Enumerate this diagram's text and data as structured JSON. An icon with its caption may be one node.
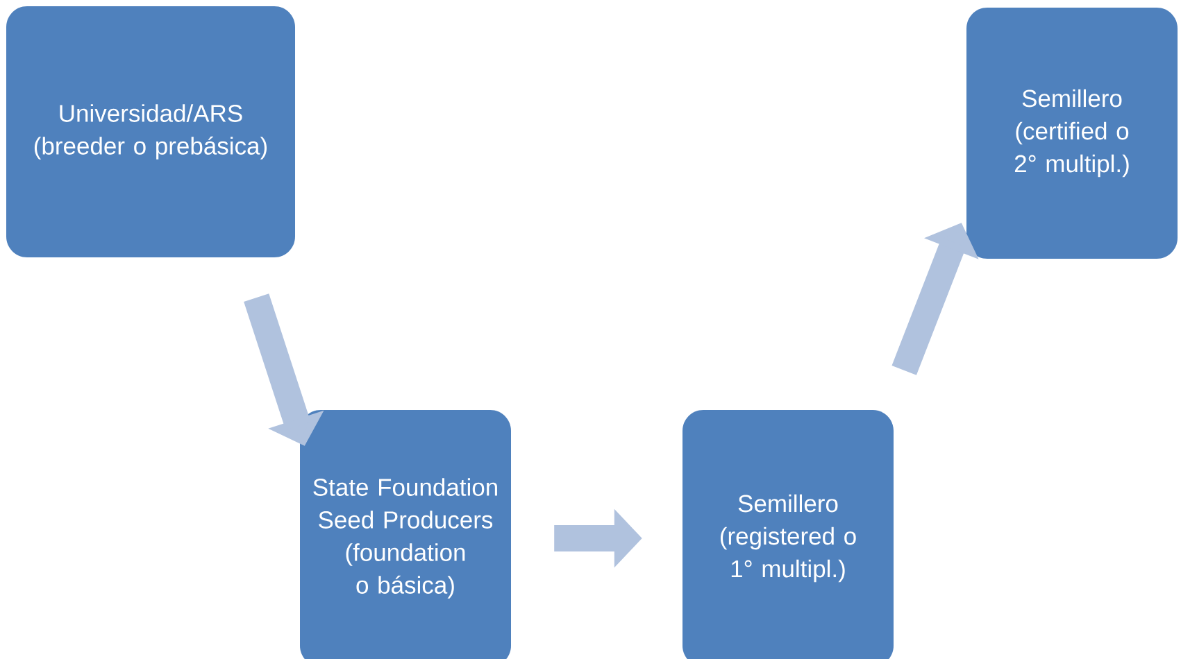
{
  "diagram": {
    "nodes": [
      {
        "text": [
          "Universidad/ARS (breeder o prebásica)"
        ]
      },
      {
        "text": [
          "State Foundation Seed Producers (foundation o básica)"
        ]
      },
      {
        "text": [
          "Semillero (registered o 1° multipl.)"
        ]
      },
      {
        "text": [
          "Semillero (certified o 2° multipl.)"
        ]
      }
    ],
    "edges": [
      {
        "from": 0,
        "to": 1,
        "arrow": "to"
      },
      {
        "from": 1,
        "to": 2,
        "arrow": "to"
      },
      {
        "from": 2,
        "to": 3,
        "arrow": "to"
      }
    ]
  }
}
